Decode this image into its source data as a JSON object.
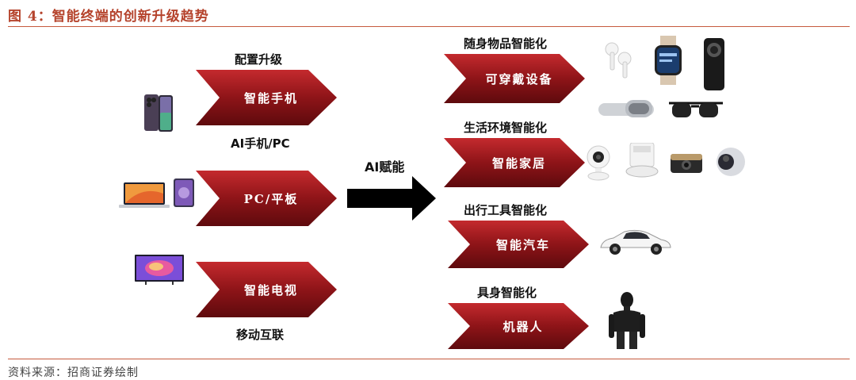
{
  "figure": {
    "title": "图 4：智能终端的创新升级趋势",
    "source": "资料来源：招商证券绘制"
  },
  "left": {
    "top_caption": "配置升级",
    "mid_caption": "AI手机/PC",
    "bottom_caption": "移动互联",
    "chevrons": [
      "智能手机",
      "PC/平板",
      "智能电视"
    ]
  },
  "center": {
    "arrow_label": "AI赋能"
  },
  "right": {
    "groups": [
      {
        "caption": "随身物品智能化",
        "chevron": "可穿戴设备"
      },
      {
        "caption": "生活环境智能化",
        "chevron": "智能家居"
      },
      {
        "caption": "出行工具智能化",
        "chevron": "智能汽车"
      },
      {
        "caption": "具身智能化",
        "chevron": "机器人"
      }
    ]
  },
  "colors": {
    "chevron_dark": "#7a0f12",
    "chevron_light": "#c42a2e",
    "title_red": "#b5432c",
    "rule": "#c65a3e"
  }
}
